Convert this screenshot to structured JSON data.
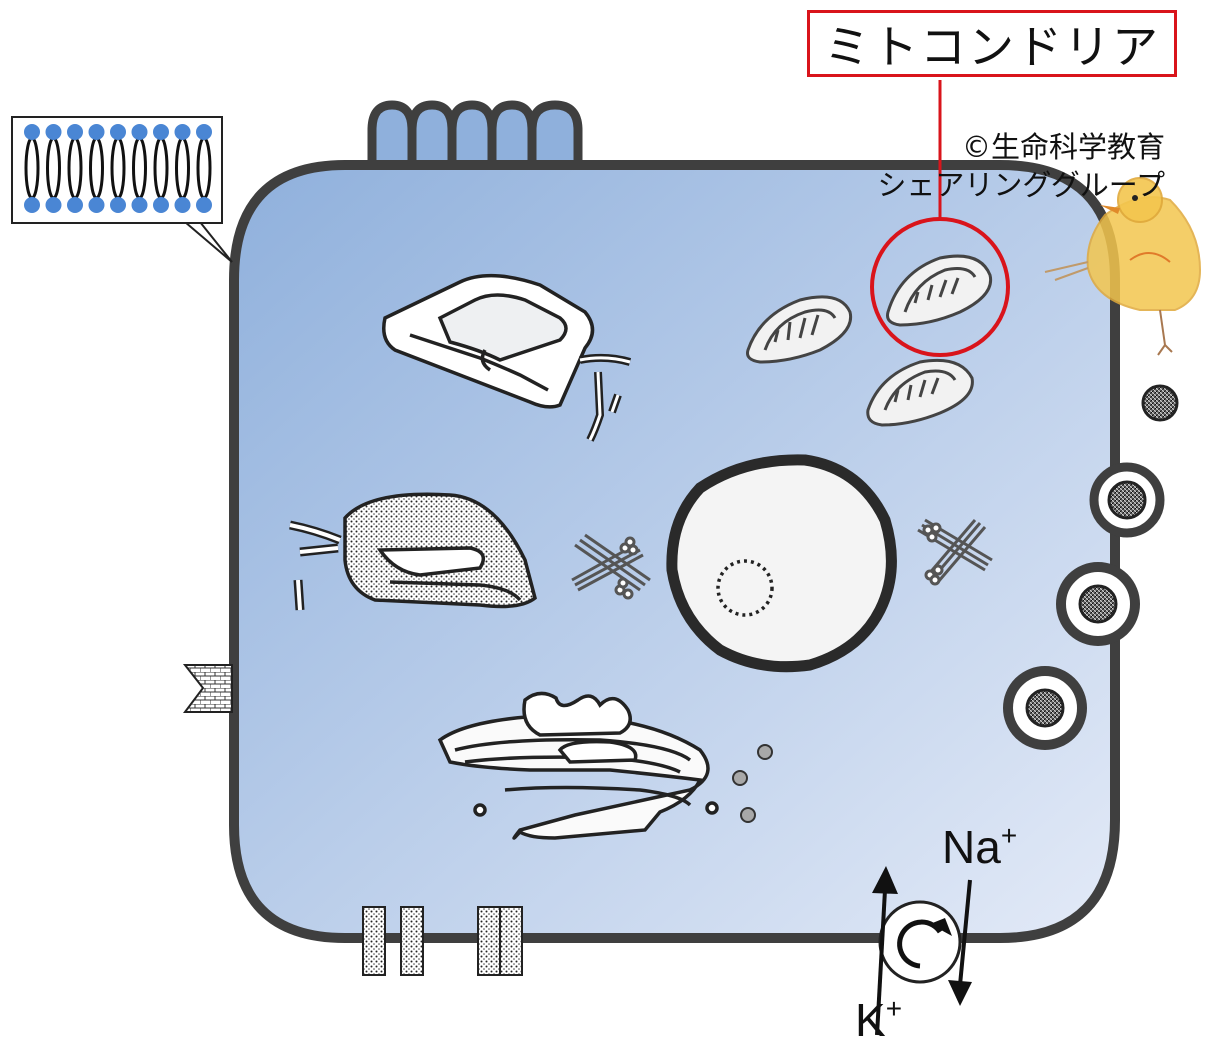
{
  "title_label": "ミトコンドリア",
  "credit": {
    "line1": "©生命科学教育",
    "line2": "シェアリンググループ"
  },
  "ions": {
    "sodium": "Na",
    "potassium": "K",
    "plus": "+"
  },
  "colors": {
    "highlight": "#d9141b",
    "membrane": "#3f3f3f",
    "cytoplasm_top": "#8fb0dc",
    "cytoplasm_bottom": "#dde6f6",
    "phospholipid_head": "#4a86d4",
    "chick": "#f3c64e"
  }
}
